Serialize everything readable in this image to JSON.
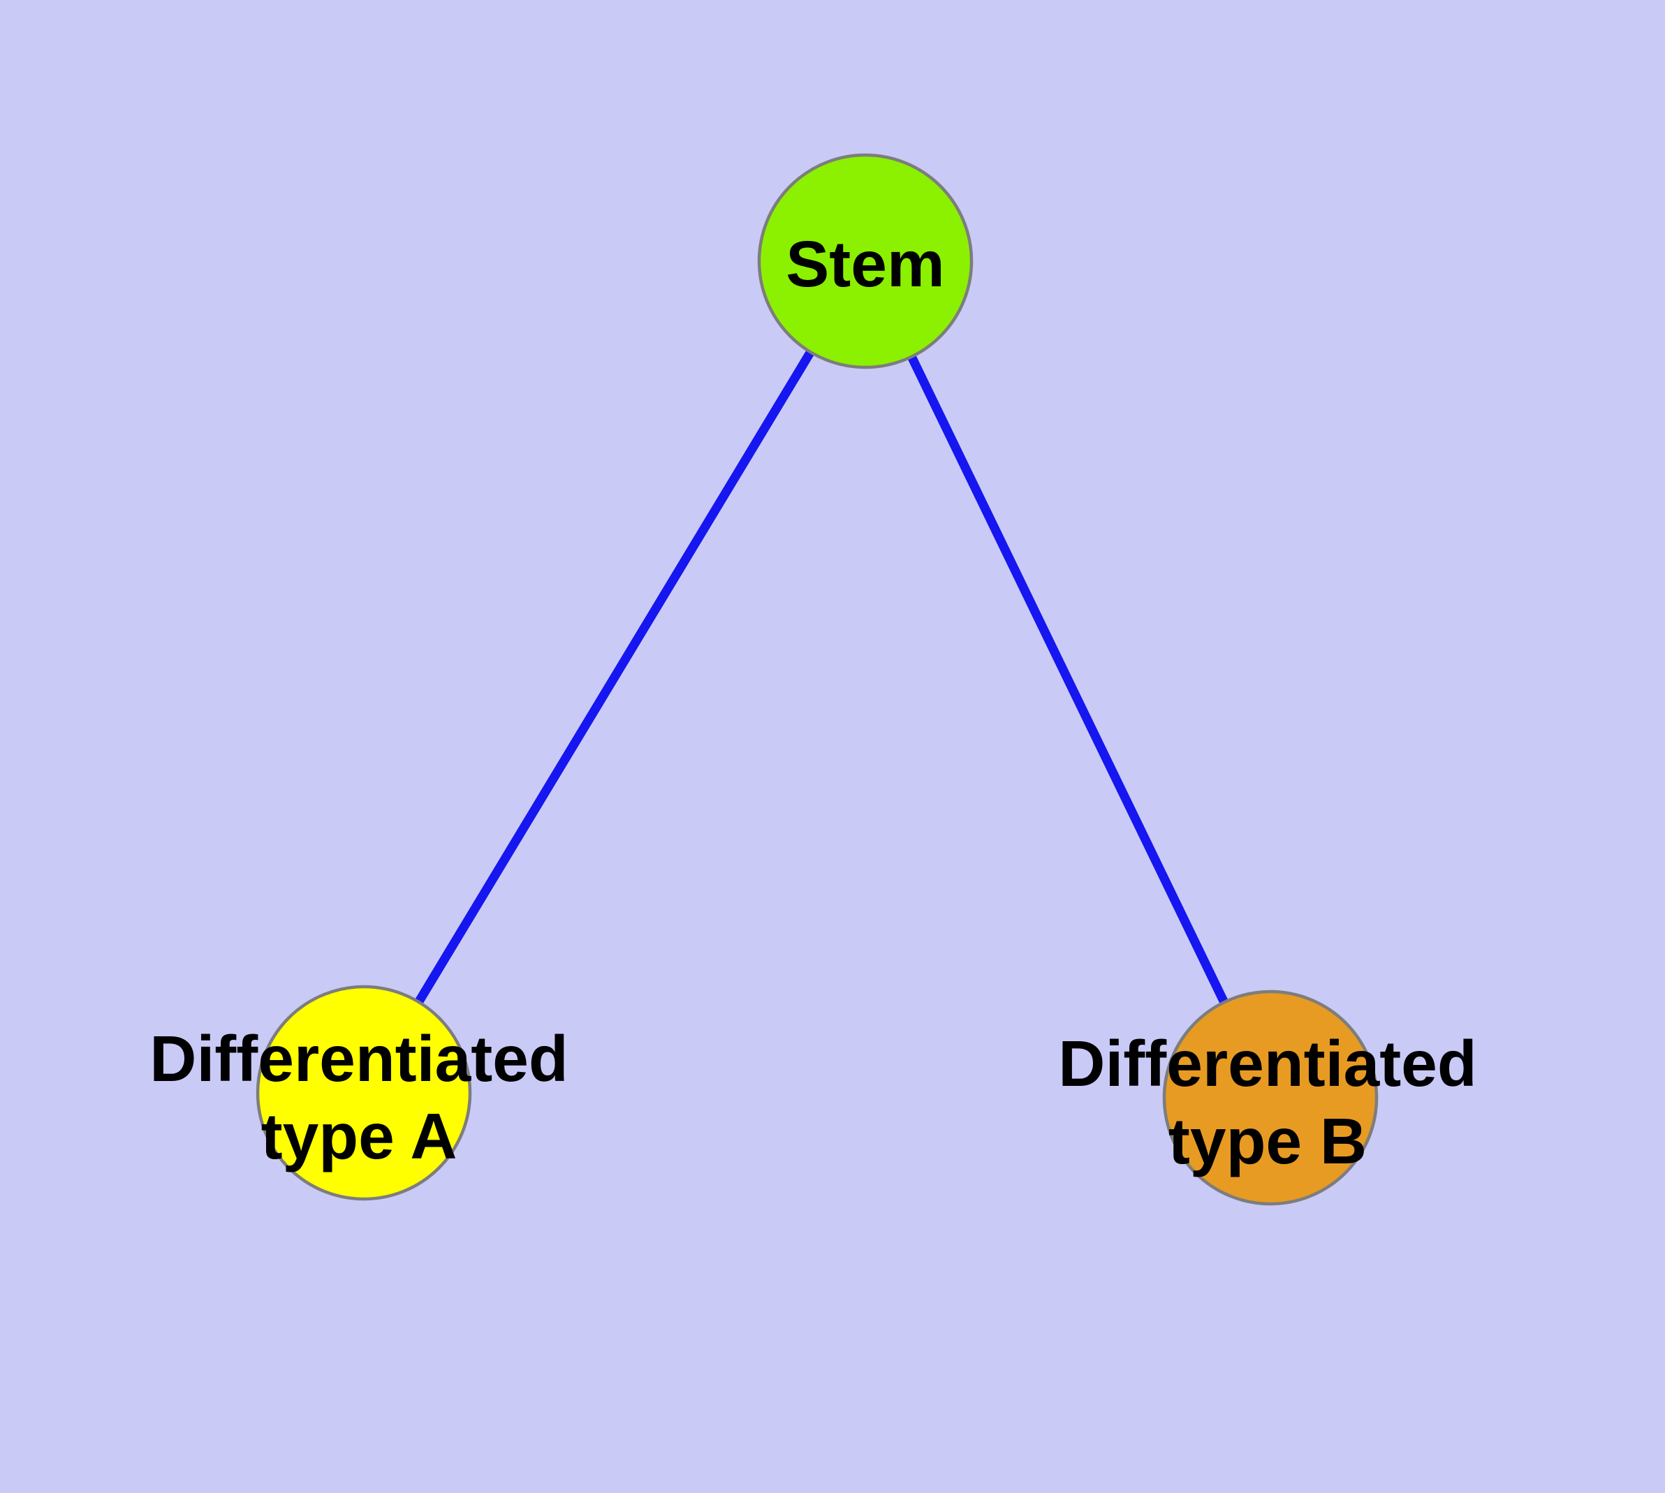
{
  "diagram": {
    "type": "graph",
    "background_color": "#CACAF7",
    "nodes": [
      {
        "id": "stem",
        "label": "Stem",
        "label_line1": "Stem",
        "fill": "#8BF100"
      },
      {
        "id": "type_a",
        "label": "Differentiated type A",
        "label_line1": "Differentiated",
        "label_line2": "type A",
        "fill": "#FFFF00"
      },
      {
        "id": "type_b",
        "label": "Differentiated type B",
        "label_line1": "Differentiated",
        "label_line2": "type B",
        "fill": "#E89B22"
      }
    ],
    "edges": [
      {
        "from": "stem",
        "to": "type_a"
      },
      {
        "from": "stem",
        "to": "type_b"
      }
    ],
    "colors": {
      "edge": "#1616F0",
      "node_border": "#7D7D7D",
      "label_text": "#000000",
      "background": "#CACAF7"
    }
  }
}
